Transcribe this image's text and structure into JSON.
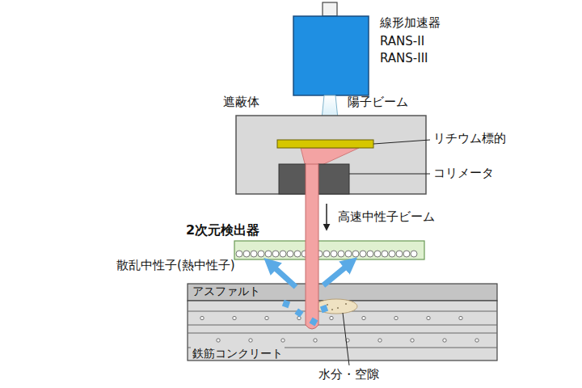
{
  "diagram": {
    "nodes": [
      {
        "text": [
          "アスファルト"
        ]
      },
      {
        "text": [
          "鉄筋コンクリート"
        ]
      }
    ],
    "labels": [
      "線形加速器",
      "RANS-II",
      "RANS-III",
      "遮蔽体",
      "陽子ビーム",
      "リチウム標的",
      "コリメータ",
      "高速中性子ビーム",
      "2次元検出器",
      "散乱中性子(熱中性子)",
      "水分・空隙"
    ]
  }
}
